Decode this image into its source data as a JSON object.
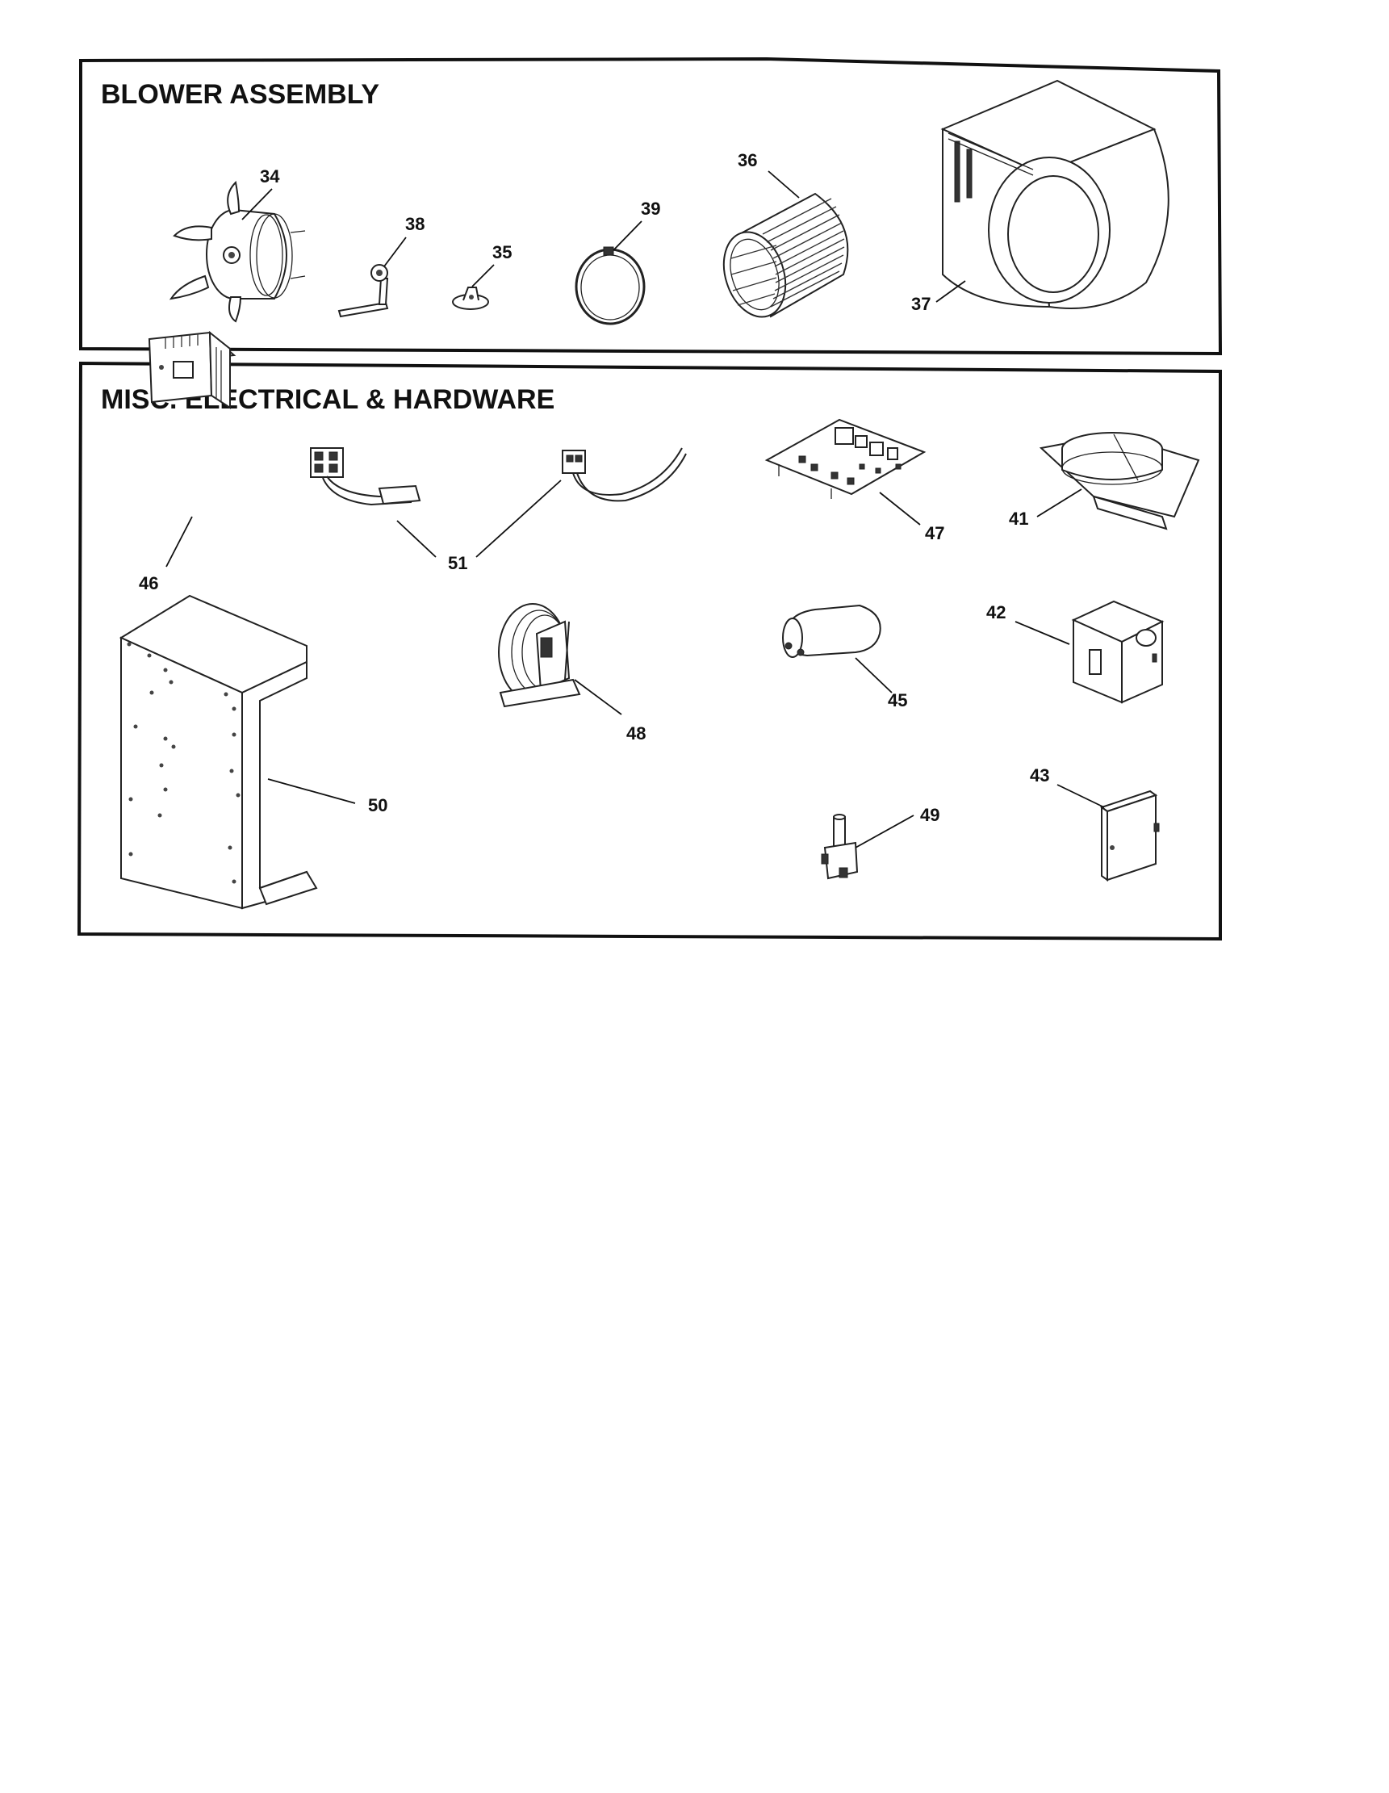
{
  "sections": {
    "blower": {
      "title": "BLOWER ASSEMBLY",
      "callouts": [
        "34",
        "38",
        "35",
        "39",
        "36",
        "37"
      ]
    },
    "misc": {
      "title": "MISC. ELECTRICAL & HARDWARE",
      "callouts": [
        "46",
        "51",
        "47",
        "41",
        "42",
        "45",
        "48",
        "50",
        "43",
        "49"
      ]
    }
  },
  "parts": [
    {
      "number": "34",
      "icon": "blower-motor-icon"
    },
    {
      "number": "38",
      "icon": "motor-mount-bracket-icon"
    },
    {
      "number": "35",
      "icon": "motor-mount-clip-icon"
    },
    {
      "number": "39",
      "icon": "belly-band-icon"
    },
    {
      "number": "36",
      "icon": "blower-wheel-icon"
    },
    {
      "number": "37",
      "icon": "blower-housing-icon"
    },
    {
      "number": "46",
      "icon": "transformer-icon"
    },
    {
      "number": "51",
      "icon": "wiring-harness-icon"
    },
    {
      "number": "47",
      "icon": "control-board-icon"
    },
    {
      "number": "41",
      "icon": "flue-collar-icon"
    },
    {
      "number": "42",
      "icon": "junction-box-icon"
    },
    {
      "number": "45",
      "icon": "capacitor-icon"
    },
    {
      "number": "48",
      "icon": "pressure-switch-icon"
    },
    {
      "number": "50",
      "icon": "control-panel-icon"
    },
    {
      "number": "43",
      "icon": "junction-box-cover-icon"
    },
    {
      "number": "49",
      "icon": "limit-switch-icon"
    }
  ]
}
